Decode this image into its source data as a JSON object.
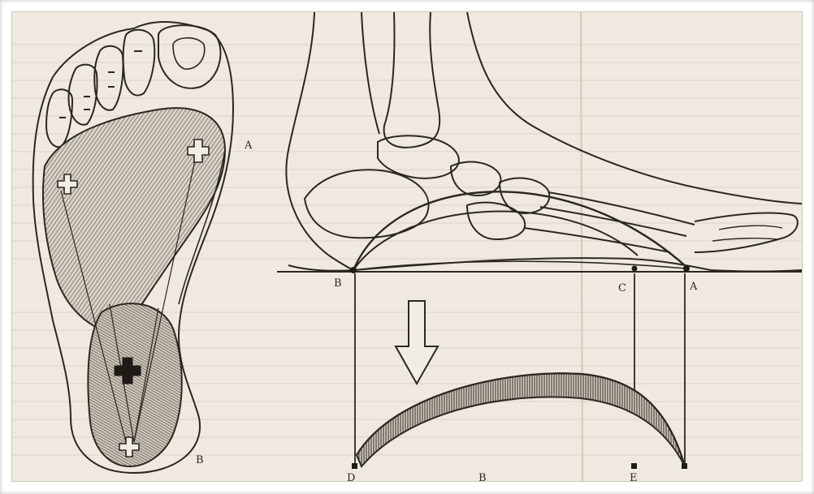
{
  "figure": {
    "left_panel": {
      "label_front": "A",
      "label_heel": "B"
    },
    "right_panel": {
      "label_heel_point": "B",
      "label_mid_point": "C",
      "label_front_point": "A",
      "label_bottom_left": "D",
      "label_bottom_mid": "E",
      "label_bottom_center": "B"
    },
    "colors": {
      "paper": "#efe9df",
      "ink": "#2b2722",
      "shading": "#6f6a63"
    }
  }
}
